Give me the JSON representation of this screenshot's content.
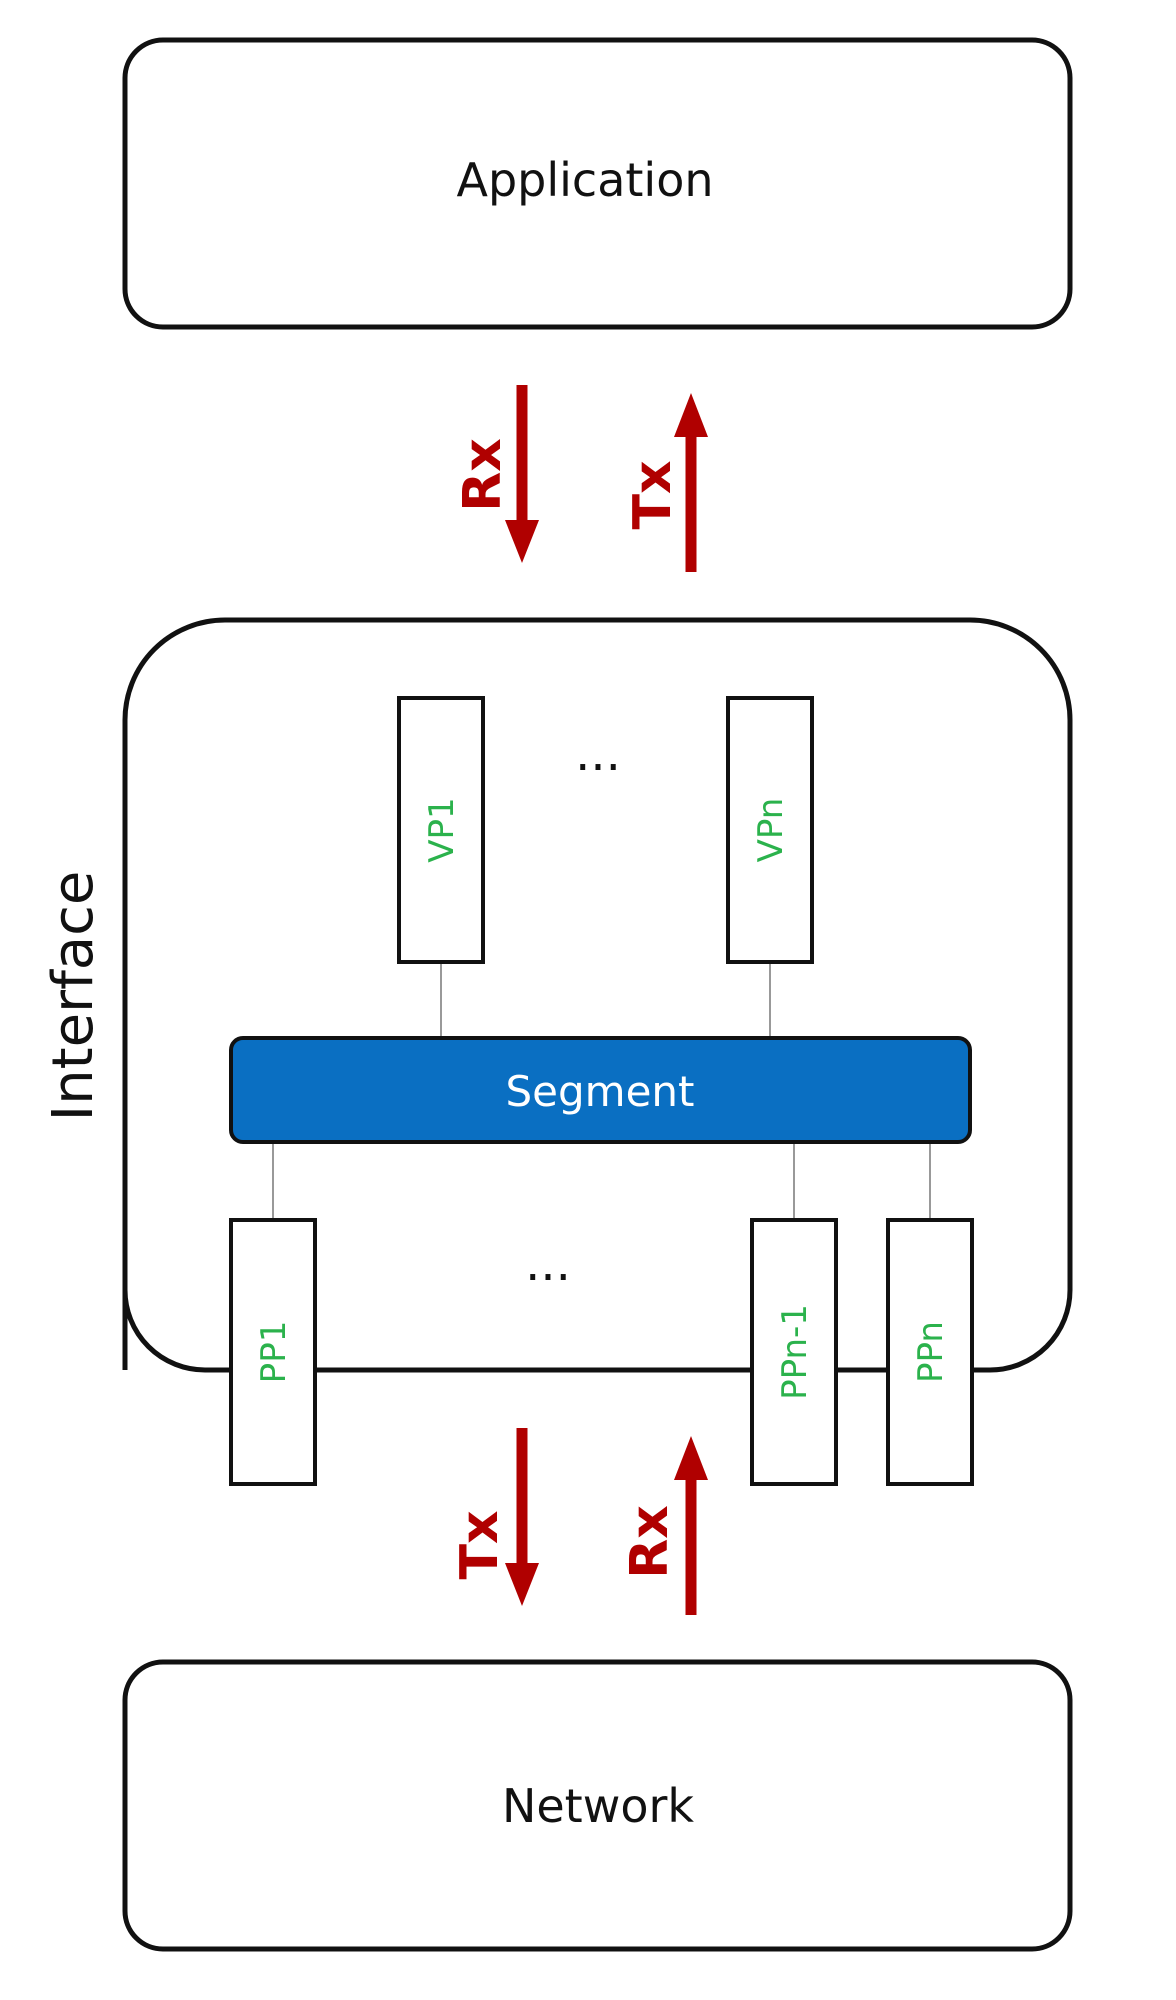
{
  "application": {
    "label": "Application"
  },
  "network": {
    "label": "Network"
  },
  "interface": {
    "label": "Interface"
  },
  "segment": {
    "label": "Segment"
  },
  "virtual_ports": {
    "first": "VP1",
    "ellipsis": "...",
    "last": "VPn"
  },
  "physical_ports": {
    "first": "PP1",
    "ellipsis": "...",
    "second_last": "PPn-1",
    "last": "PPn"
  },
  "top_arrows": {
    "down_label": "Rx",
    "up_label": "Tx"
  },
  "bottom_arrows": {
    "down_label": "Tx",
    "up_label": "Rx"
  },
  "colors": {
    "arrow": "#b00000",
    "port_text": "#2bb24c",
    "segment_fill": "#0a6fc2",
    "segment_text": "#ffffff",
    "stroke": "#111111",
    "connector": "#999999"
  }
}
